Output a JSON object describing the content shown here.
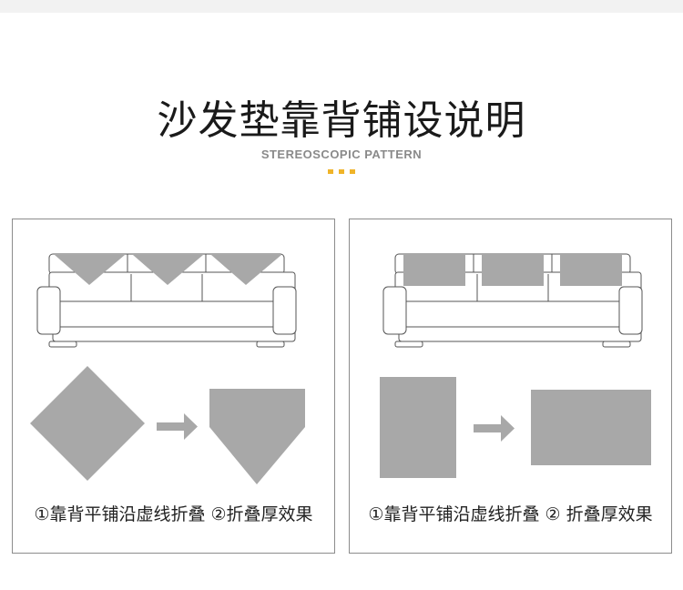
{
  "page": {
    "title": "沙发垫靠背铺设说明",
    "subtitle": "STEREOSCOPIC PATTERN",
    "accent_color": "#f0b429",
    "shape_color": "#a8a8a8",
    "outline_color": "#555555"
  },
  "panels": [
    {
      "name": "triangle-fold",
      "caption": "①靠背平铺沿虚线折叠 ②折叠厚效果",
      "cover_shape": "triangle",
      "before_icon": "diamond-shape",
      "after_icon": "pentagon-shape"
    },
    {
      "name": "rectangle-fold",
      "caption": "①靠背平铺沿虚线折叠 ② 折叠厚效果",
      "cover_shape": "rectangle",
      "before_icon": "tall-rectangle-shape",
      "after_icon": "wide-rectangle-shape"
    }
  ]
}
